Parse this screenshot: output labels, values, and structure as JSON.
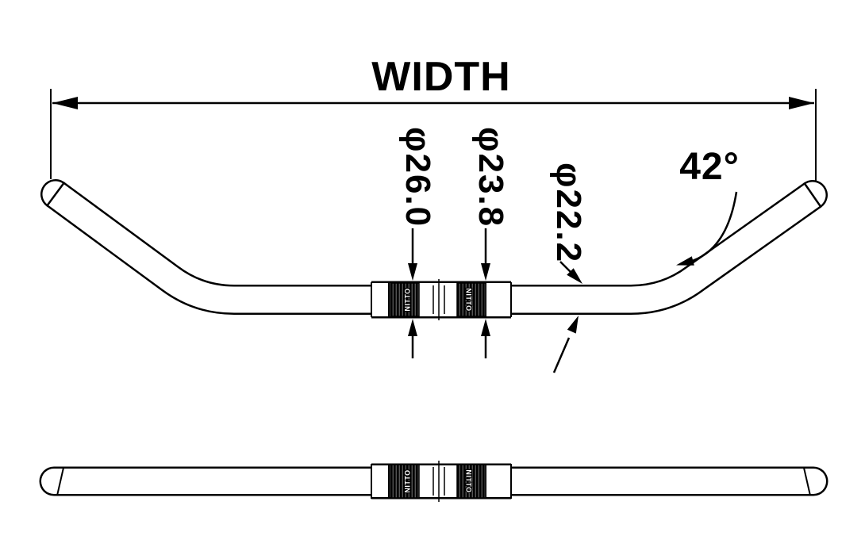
{
  "drawing": {
    "background": "#ffffff",
    "ink": "#000000",
    "width_label": "WIDTH",
    "clamp_diameter_label": "φ26.0",
    "sleeve_diameter_label": "φ23.8",
    "grip_diameter_label": "φ22.2",
    "bend_angle_label": "42°",
    "brand": "NITTO"
  }
}
